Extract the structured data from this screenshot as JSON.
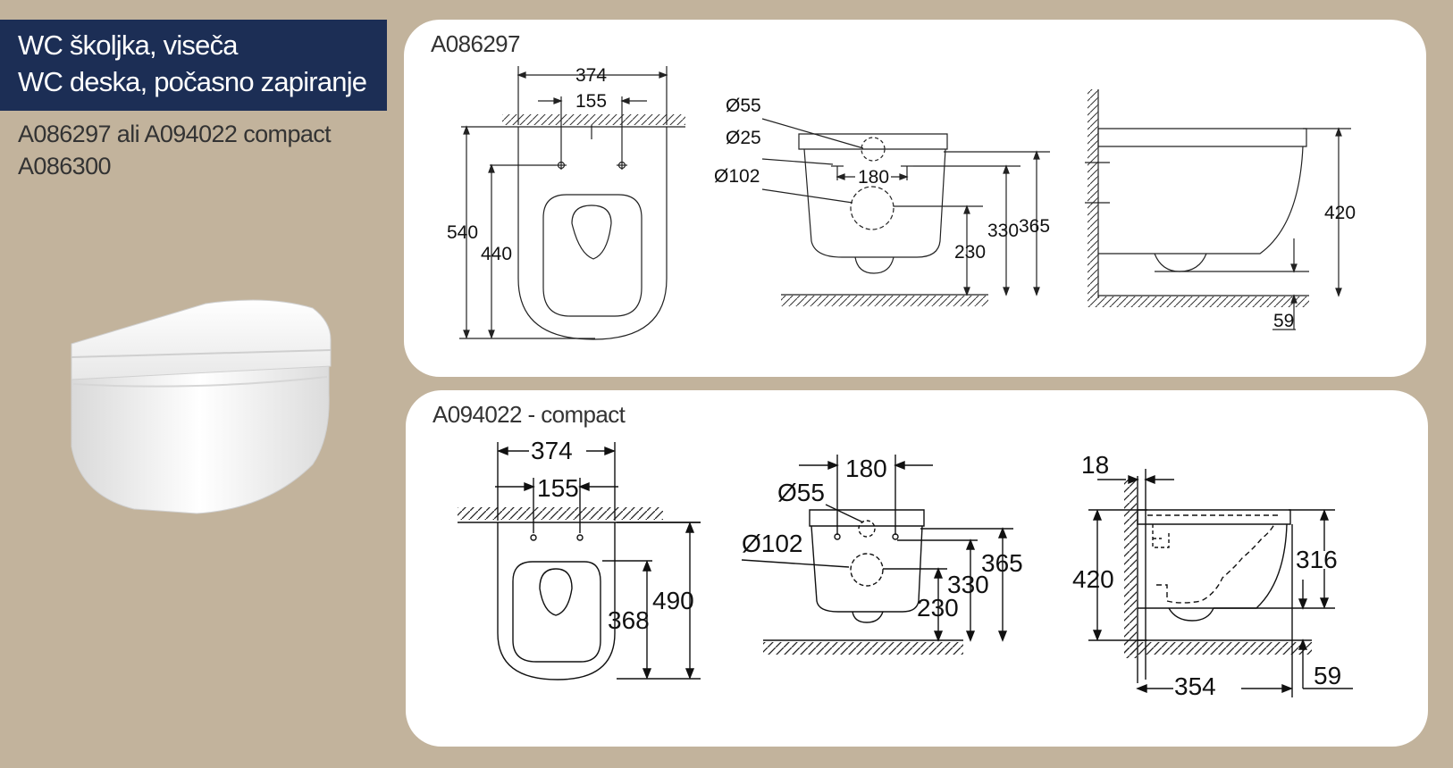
{
  "header": {
    "title_line1": "WC školjka, viseča",
    "title_line2": "WC deska, počasno zapiranje"
  },
  "codes": {
    "line1": "A086297 ali A094022 compact",
    "line2": "A086300"
  },
  "colors": {
    "background": "#c2b39c",
    "title_box": "#1c2e55",
    "panel": "#ffffff",
    "line": "#222222"
  },
  "panel_top": {
    "title": "A086297",
    "dims": {
      "width": "374",
      "bolt_spacing": "155",
      "depth_total": "540",
      "depth_to_hole": "440",
      "d_outlet": "Ø55",
      "d_inlet": "Ø25",
      "fixing_spacing": "180",
      "d_drain": "Ø102",
      "drain_height": "230",
      "fixing_height": "330",
      "inlet_height": "365",
      "pan_height": "420",
      "rim_clearance": "59"
    }
  },
  "panel_bottom": {
    "title": "A094022 - compact",
    "dims": {
      "width": "374",
      "bolt_spacing": "155",
      "depth_to_hole": "368",
      "depth_total": "490",
      "fixing_spacing": "180",
      "d_outlet": "Ø55",
      "d_drain": "Ø102",
      "fixing_height": "330",
      "inlet_height": "365",
      "drain_height": "230",
      "wall_gap": "18",
      "pan_height": "420",
      "bowl_depth": "316",
      "projection": "354",
      "rim_clearance": "59"
    }
  }
}
